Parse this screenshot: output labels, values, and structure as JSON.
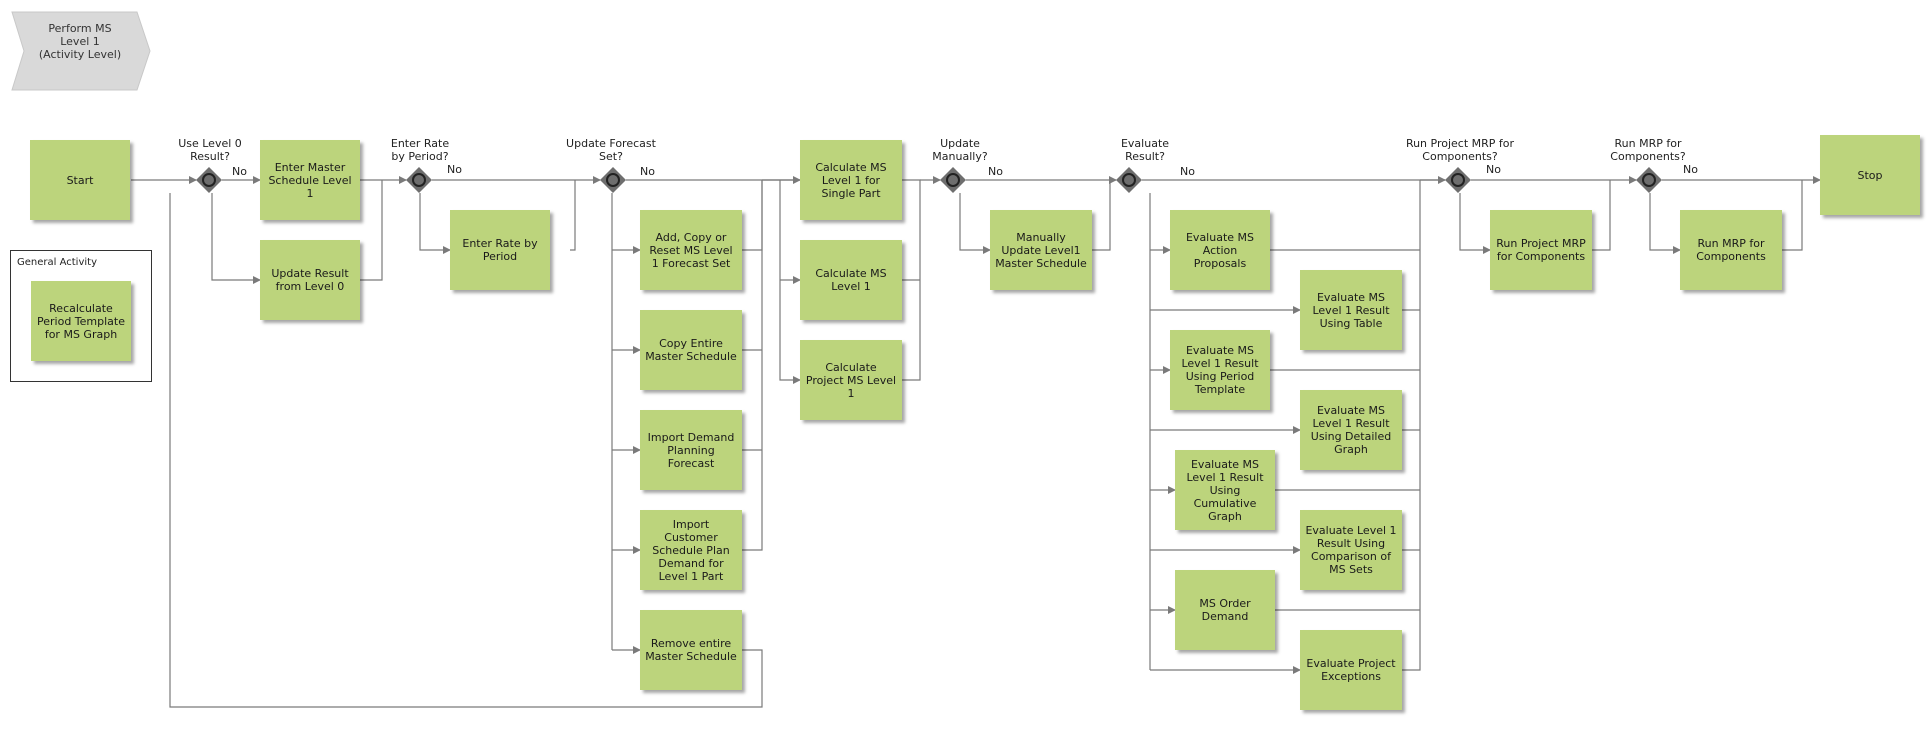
{
  "header": {
    "title": "Perform MS\nLevel 1\n(Activity Level)"
  },
  "group": {
    "title": "General Activity",
    "activity": "Recalculate Period Template for MS Graph"
  },
  "events": {
    "start": "Start",
    "stop": "Stop"
  },
  "gateways": [
    {
      "id": "g1",
      "question": "Use Level 0\nResult?",
      "no": "No"
    },
    {
      "id": "g2",
      "question": "Enter Rate\nby Period?",
      "no": "No"
    },
    {
      "id": "g3",
      "question": "Update Forecast\nSet?",
      "no": "No"
    },
    {
      "id": "g4",
      "question": "Update\nManually?",
      "no": "No"
    },
    {
      "id": "g5",
      "question": "Evaluate\nResult?",
      "no": "No"
    },
    {
      "id": "g6",
      "question": "Run Project MRP for\nComponents?",
      "no": "No"
    },
    {
      "id": "g7",
      "question": "Run MRP for\nComponents?",
      "no": "No"
    }
  ],
  "activities": {
    "enter_master_schedule": "Enter Master Schedule Level 1",
    "update_result_level0": "Update Result from Level 0",
    "enter_rate_by_period": "Enter Rate by Period",
    "add_copy_reset": "Add, Copy or Reset MS Level 1 Forecast Set",
    "copy_entire_master": "Copy Entire Master Schedule",
    "import_demand_planning": "Import Demand Planning Forecast",
    "import_customer_schedule": "Import Customer Schedule Plan Demand for Level 1 Part",
    "remove_entire_master": "Remove entire Master Schedule",
    "calc_single_part": "Calculate MS Level 1 for Single Part",
    "calc_level1": "Calculate MS Level 1",
    "calc_project": "Calculate Project MS Level 1",
    "manually_update": "Manually Update Level1 Master Schedule",
    "eval_action_proposals": "Evaluate MS Action Proposals",
    "eval_using_table": "Evaluate MS Level 1 Result Using Table",
    "eval_period_template": "Evaluate MS Level 1 Result Using Period Template",
    "eval_detailed_graph": "Evaluate MS Level 1 Result Using Detailed Graph",
    "eval_cumulative_graph": "Evaluate MS Level 1 Result Using Cumulative Graph",
    "eval_comparison": "Evaluate Level 1 Result Using Comparison of MS Sets",
    "ms_order_demand": "MS Order Demand",
    "eval_project_exceptions": "Evaluate Project Exceptions",
    "run_project_mrp": "Run Project MRP for Components",
    "run_mrp": "Run MRP for Components"
  },
  "colors": {
    "activity": "#bcd47c",
    "gateway": "#6e6e6e",
    "connector": "#7a7a7a",
    "header": "#d9d9d9"
  }
}
